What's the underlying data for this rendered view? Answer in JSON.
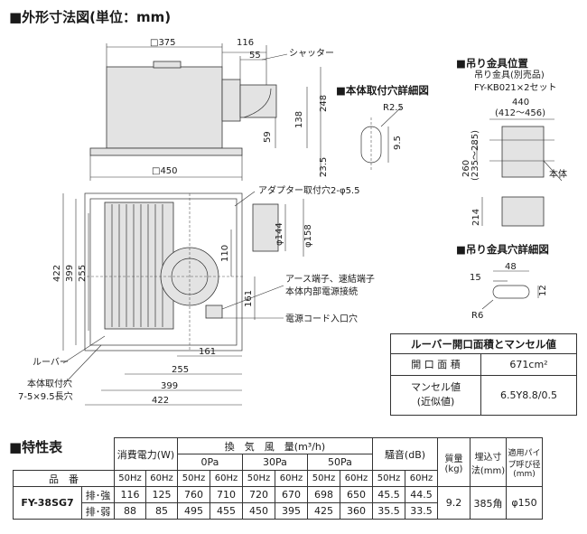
{
  "sections": {
    "outline_title": "■外形寸法図(単位：mm)",
    "mount_hole_title": "■本体取付穴詳細図",
    "hanger_pos_title": "■吊り金具位置",
    "hanger_hole_title": "■吊り金具穴詳細図",
    "spec_title": "■特性表"
  },
  "top_view_labels": {
    "box_width": "□375",
    "d116": "116",
    "d55": "55",
    "shutter": "シャッター",
    "d248": "248",
    "d138": "138",
    "d59": "59",
    "d23_5": "23.5",
    "panel_width": "□450"
  },
  "mount_hole": {
    "r": "R2.5",
    "h": "9.5"
  },
  "hanger_pos": {
    "note1": "吊り金具(別売品)",
    "note2": "FY-KB021×2セット",
    "d440": "440",
    "d440_range": "(412～456)",
    "d260": "260",
    "d260_range": "(235～285)",
    "body": "本体",
    "d214": "214"
  },
  "hanger_hole": {
    "d48": "48",
    "d15": "15",
    "d12": "12",
    "r6": "R6"
  },
  "bottom_view_labels": {
    "adapter_hole": "アダプター取付穴2-φ5.5",
    "phi144": "φ144",
    "phi158": "φ158",
    "d110": "110",
    "d422v": "422",
    "d399v": "399",
    "d255v": "255",
    "d161v": "161",
    "earth1": "アース端子、速結端子",
    "earth2": "本体内部電源接続",
    "cord": "電源コード入口穴",
    "louver": "ルーバー",
    "mount1": "本体取付穴",
    "mount2": "7-5×9.5長穴",
    "d161h": "161",
    "d255h": "255",
    "d399h": "399",
    "d422h": "422"
  },
  "louver_table": {
    "title": "ルーバー開口面積とマンセル値",
    "area_label": "開 口 面 積",
    "area_value": "671cm²",
    "munsell_label1": "マンセル値",
    "munsell_label2": "(近似値)",
    "munsell_value": "6.5Y8.8/0.5"
  },
  "spec": {
    "h_power": "消費電力(W)",
    "h_airflow": "換　気　風　量(m³/h)",
    "h_noise": "騒音(dB)",
    "h_mass": "質量(kg)",
    "h_size": "埋込寸法(mm)",
    "h_pipe": "適用パイプ呼び径(mm)",
    "pa0": "0Pa",
    "pa30": "30Pa",
    "pa50": "50Pa",
    "h_product": "品　番",
    "hz50": "50Hz",
    "hz60": "60Hz",
    "model": "FY-38SG7",
    "mode_strong": "排･強",
    "mode_weak": "排･弱",
    "strong": [
      "116",
      "125",
      "760",
      "710",
      "720",
      "670",
      "698",
      "650",
      "45.5",
      "44.5"
    ],
    "weak": [
      "88",
      "85",
      "495",
      "455",
      "450",
      "395",
      "425",
      "360",
      "35.5",
      "33.5"
    ],
    "mass": "9.2",
    "size": "385角",
    "pipe": "φ150"
  }
}
